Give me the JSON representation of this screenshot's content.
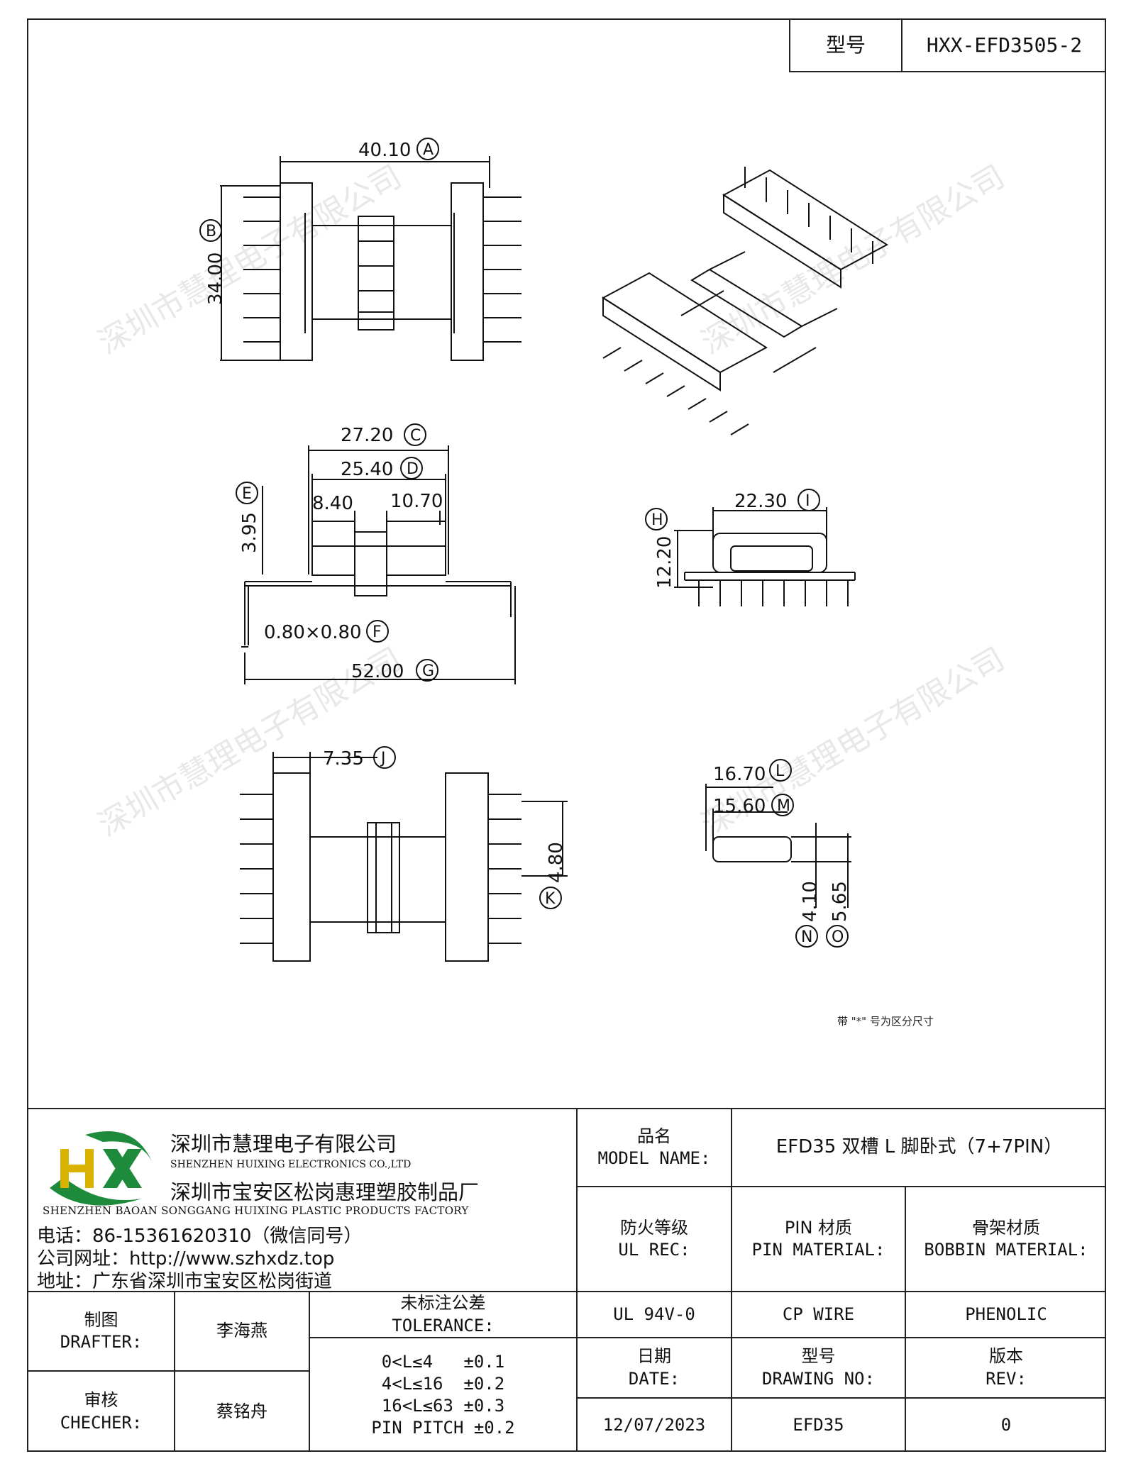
{
  "header": {
    "type_label": "型号",
    "type_value": "HXX-EFD3505-2"
  },
  "dimensions": {
    "A": "40.10",
    "B": "34.00",
    "C": "27.20",
    "D": "25.40",
    "d1": "8.40",
    "d2": "10.70",
    "E": "3.95",
    "F": "0.80×0.80",
    "G": "52.00",
    "H": "12.20",
    "I": "22.30",
    "J": "7.35",
    "K": "4.80",
    "L": "16.70",
    "M": "15.60",
    "N": "4.10",
    "O": "5.65"
  },
  "labels": {
    "A": "A",
    "B": "B",
    "C": "C",
    "D": "D",
    "E": "E",
    "F": "F",
    "G": "G",
    "H": "H",
    "I": "I",
    "J": "J",
    "K": "K",
    "L": "L",
    "M": "M",
    "N": "N",
    "O": "O"
  },
  "note": "带 \"*\" 号为区分尺寸",
  "watermark": "深圳市慧理电子有限公司",
  "company": {
    "logo_text": "HX",
    "name_cn": "深圳市慧理电子有限公司",
    "name_en": "SHENZHEN HUIXING ELECTRONICS CO.,LTD",
    "factory_cn": "深圳市宝安区松岗惠理塑胶制品厂",
    "factory_en": "SHENZHEN BAOAN SONGGANG HUIXING PLASTIC PRODUCTS FACTORY",
    "phone": "电话：86-15361620310（微信同号）",
    "website": "公司网址：http://www.szhxdz.top",
    "address": "地址：广东省深圳市宝安区松岗街道"
  },
  "title_block": {
    "model_name_cn": "品名",
    "model_name_en": "MODEL NAME:",
    "model_name_value": "EFD35 双槽 L 脚卧式（7+7PIN）",
    "ul_cn": "防火等级",
    "ul_en": "UL REC:",
    "pin_cn": "PIN 材质",
    "pin_en": "PIN MATERIAL:",
    "bobbin_cn": "骨架材质",
    "bobbin_en": "BOBBIN MATERIAL:",
    "ul_value": "UL 94V-0",
    "pin_value": "CP WIRE",
    "bobbin_value": "PHENOLIC",
    "date_cn": "日期",
    "date_en": "DATE:",
    "drawing_cn": "型号",
    "drawing_en": "DRAWING NO:",
    "rev_cn": "版本",
    "rev_en": "REV:",
    "date_value": "12/07/2023",
    "drawing_value": "EFD35",
    "rev_value": "0",
    "drafter_cn": "制图",
    "drafter_en": "DRAFTER:",
    "drafter_name": "李海燕",
    "checker_cn": "审核",
    "checker_en": "CHECHER:",
    "checker_name": "蔡铭舟",
    "tol_cn": "未标注公差",
    "tol_en": "TOLERANCE:",
    "tol_lines": [
      "0<L≤4   ±0.1",
      "4<L≤16  ±0.2",
      "16<L≤63 ±0.3",
      "PIN PITCH ±0.2"
    ]
  }
}
